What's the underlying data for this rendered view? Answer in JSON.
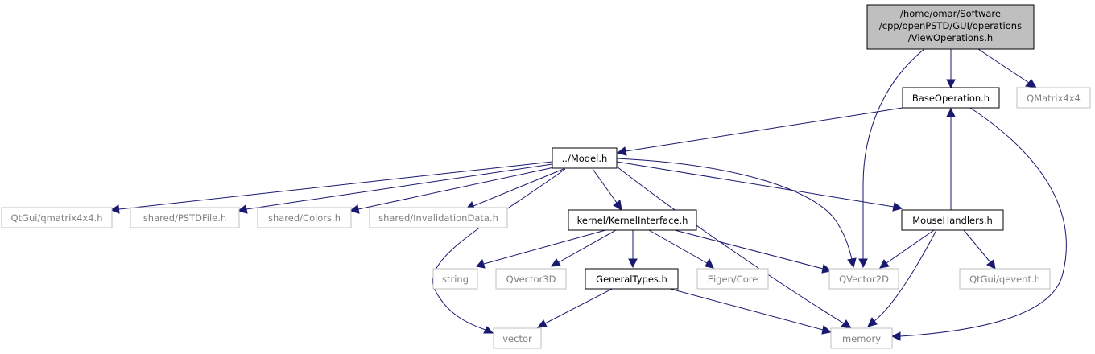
{
  "graph": {
    "nodes": {
      "root": "/home/omar/Software\n/cpp/openPSTD/GUI/operations\n/ViewOperations.h",
      "base": "BaseOperation.h",
      "qmatrix": "QMatrix4x4",
      "model": "../Model.h",
      "qtgui_qmatrix": "QtGui/qmatrix4x4.h",
      "pstdfile": "shared/PSTDFile.h",
      "colors": "shared/Colors.h",
      "invalidation": "shared/InvalidationData.h",
      "kernel": "kernel/KernelInterface.h",
      "mouse": "MouseHandlers.h",
      "string": "string",
      "qvector3d": "QVector3D",
      "generaltypes": "GeneralTypes.h",
      "eigen": "Eigen/Core",
      "qvector2d": "QVector2D",
      "qevent": "QtGui/qevent.h",
      "vector": "vector",
      "memory": "memory"
    },
    "edge_color": "#191970"
  }
}
